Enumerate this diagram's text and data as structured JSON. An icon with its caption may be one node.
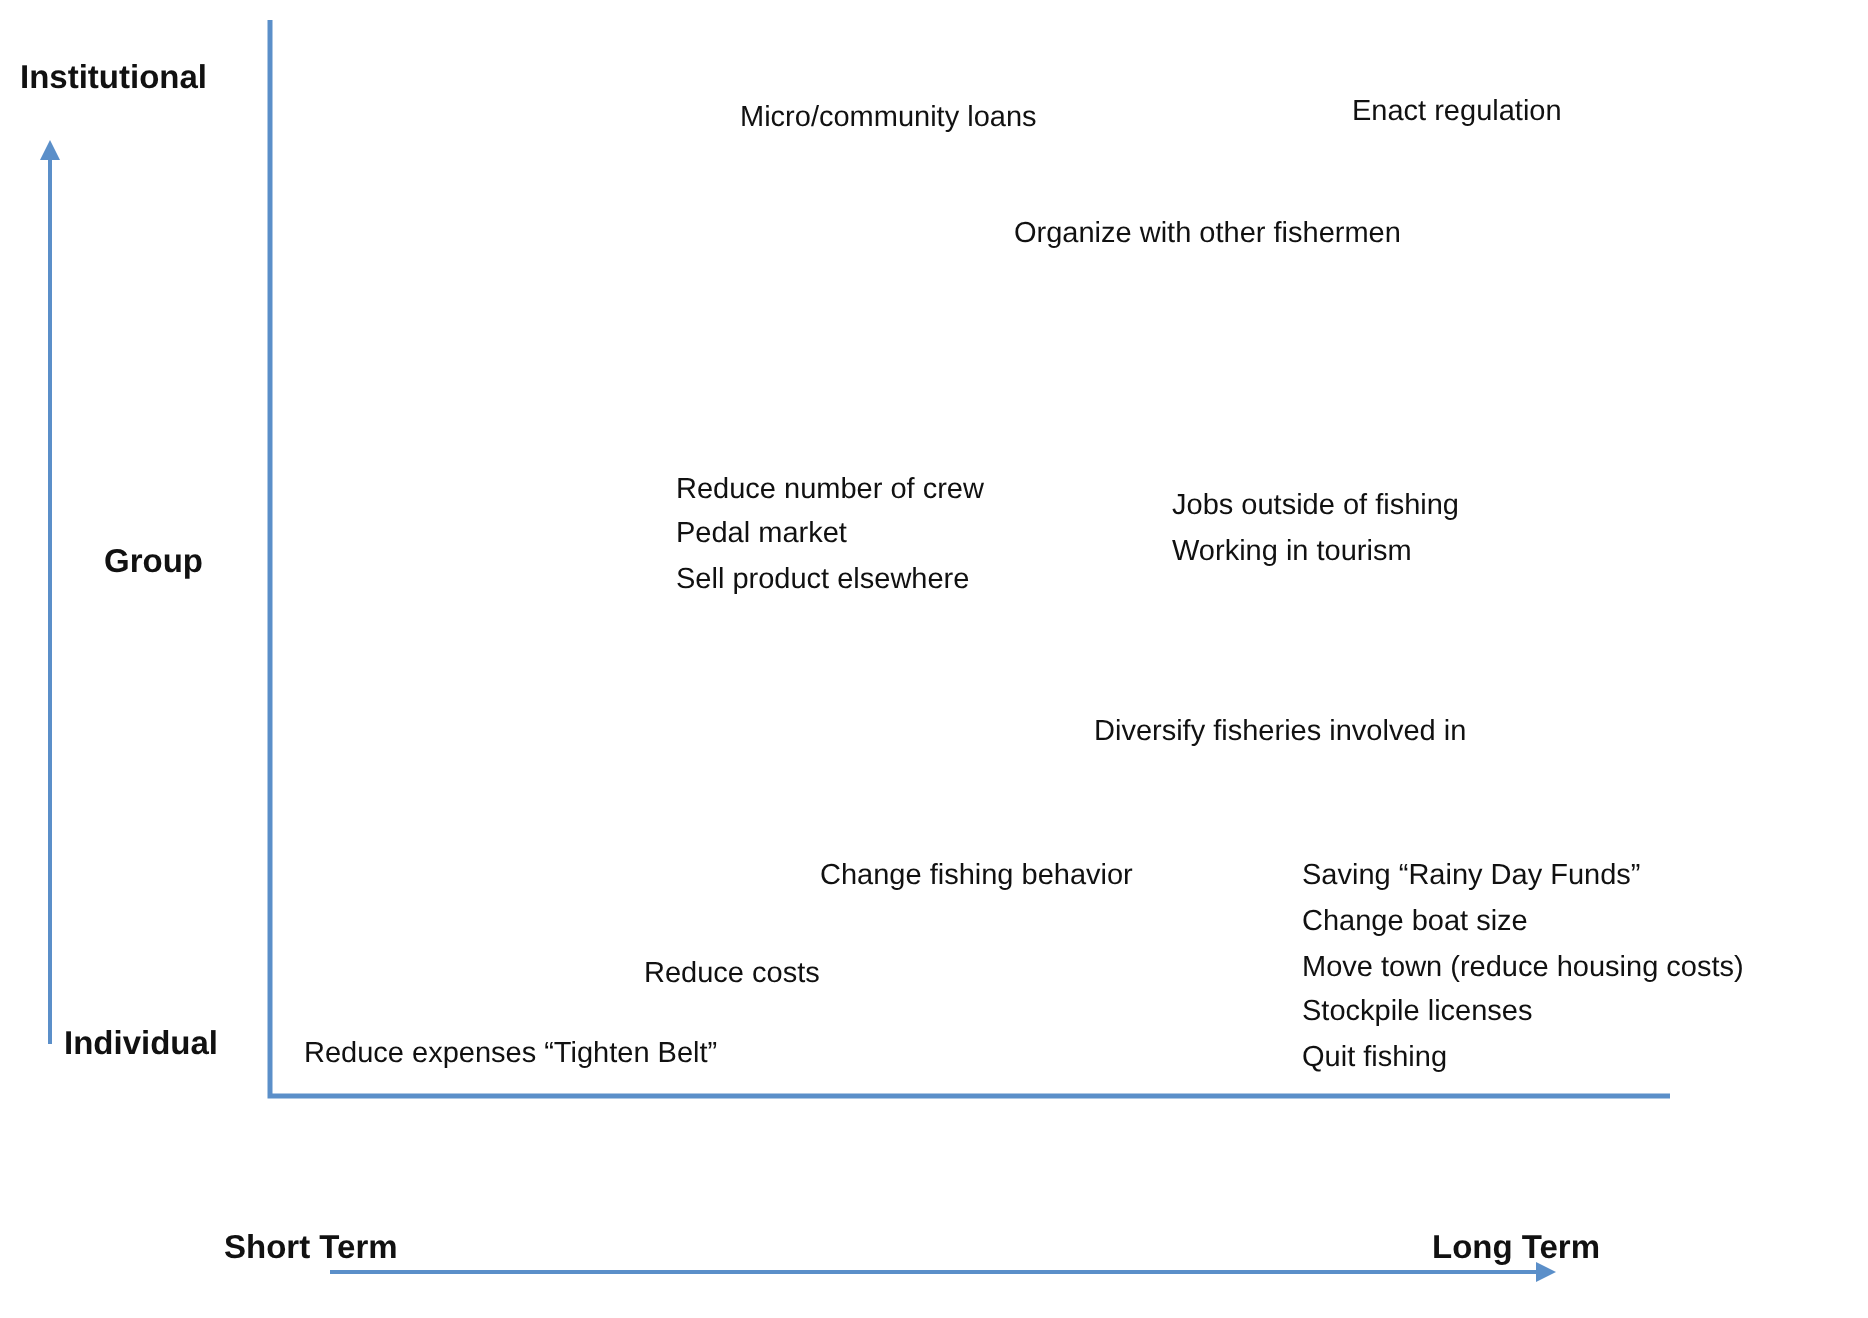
{
  "diagram": {
    "labels": [
      "Institutional",
      "Micro/community loans",
      "Enact regulation",
      "Organize with other fishermen",
      "Reduce number of crew",
      "Jobs outside of fishing",
      "Group",
      "Pedal market",
      "Working in tourism",
      "Sell product elsewhere",
      "Diversify fisheries involved in",
      "Change fishing behavior",
      "Saving “Rainy Day Funds”",
      "Change boat size",
      "Reduce costs",
      "Move town (reduce housing costs)",
      "Stockpile licenses",
      "Individual",
      "Reduce expenses “Tighten Belt”",
      "Quit fishing",
      "Short Term",
      "Long Term"
    ]
  }
}
